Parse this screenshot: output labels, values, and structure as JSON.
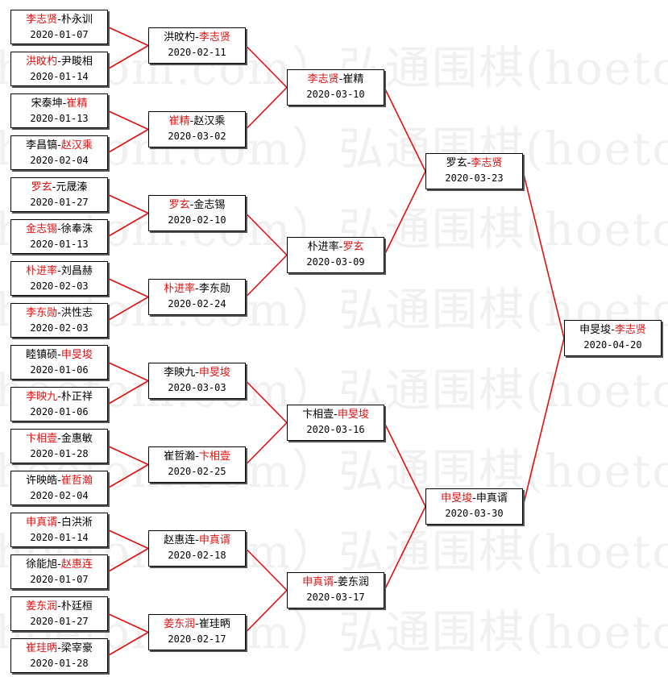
{
  "watermark": {
    "text": "(hoetom.com）弘通围棋(hoetom.com）弘通围棋"
  },
  "colors": {
    "winner": "#e01010",
    "connector": "#e01010",
    "border": "#000000"
  },
  "rounds": [
    [
      {
        "p1": "李志贤",
        "p2": "朴永训",
        "date": "2020-01-07",
        "winner": 1
      },
      {
        "p1": "洪旼杓",
        "p2": "尹畯相",
        "date": "2020-01-14",
        "winner": 1
      },
      {
        "p1": "宋泰坤",
        "p2": "崔精",
        "date": "2020-01-13",
        "winner": 2
      },
      {
        "p1": "李昌镐",
        "p2": "赵汉乘",
        "date": "2020-02-04",
        "winner": 2
      },
      {
        "p1": "罗玄",
        "p2": "元晟溱",
        "date": "2020-01-27",
        "winner": 1
      },
      {
        "p1": "金志锡",
        "p2": "徐奉洙",
        "date": "2020-01-13",
        "winner": 1
      },
      {
        "p1": "朴进率",
        "p2": "刘昌赫",
        "date": "2020-02-03",
        "winner": 1
      },
      {
        "p1": "李东勋",
        "p2": "洪性志",
        "date": "2020-02-03",
        "winner": 1
      },
      {
        "p1": "睦镇硕",
        "p2": "申旻埈",
        "date": "2020-01-06",
        "winner": 2
      },
      {
        "p1": "李映九",
        "p2": "朴正祥",
        "date": "2020-01-06",
        "winner": 1
      },
      {
        "p1": "卞相壹",
        "p2": "金惠敏",
        "date": "2020-01-28",
        "winner": 1
      },
      {
        "p1": "许映皓",
        "p2": "崔哲瀚",
        "date": "2020-02-04",
        "winner": 2
      },
      {
        "p1": "申真谞",
        "p2": "白洪淅",
        "date": "2020-01-14",
        "winner": 1
      },
      {
        "p1": "徐能旭",
        "p2": "赵惠连",
        "date": "2020-01-07",
        "winner": 2
      },
      {
        "p1": "姜东润",
        "p2": "朴廷桓",
        "date": "2020-01-27",
        "winner": 1
      },
      {
        "p1": "崔珪昞",
        "p2": "梁宰豪",
        "date": "2020-01-28",
        "winner": 1
      }
    ],
    [
      {
        "p1": "洪旼杓",
        "p2": "李志贤",
        "date": "2020-02-11",
        "winner": 2
      },
      {
        "p1": "崔精",
        "p2": "赵汉乘",
        "date": "2020-03-02",
        "winner": 1
      },
      {
        "p1": "罗玄",
        "p2": "金志锡",
        "date": "2020-02-10",
        "winner": 1
      },
      {
        "p1": "朴进率",
        "p2": "李东勋",
        "date": "2020-02-24",
        "winner": 1
      },
      {
        "p1": "李映九",
        "p2": "申旻埈",
        "date": "2020-03-03",
        "winner": 2
      },
      {
        "p1": "崔哲瀚",
        "p2": "卞相壹",
        "date": "2020-02-25",
        "winner": 2
      },
      {
        "p1": "赵惠连",
        "p2": "申真谞",
        "date": "2020-02-18",
        "winner": 2
      },
      {
        "p1": "姜东润",
        "p2": "崔珪昞",
        "date": "2020-02-17",
        "winner": 1
      }
    ],
    [
      {
        "p1": "李志贤",
        "p2": "崔精",
        "date": "2020-03-10",
        "winner": 1
      },
      {
        "p1": "朴进率",
        "p2": "罗玄",
        "date": "2020-03-09",
        "winner": 2
      },
      {
        "p1": "卞相壹",
        "p2": "申旻埈",
        "date": "2020-03-16",
        "winner": 2
      },
      {
        "p1": "申真谞",
        "p2": "姜东润",
        "date": "2020-03-17",
        "winner": 1
      }
    ],
    [
      {
        "p1": "罗玄",
        "p2": "李志贤",
        "date": "2020-03-23",
        "winner": 2
      },
      {
        "p1": "申旻埈",
        "p2": "申真谞",
        "date": "2020-03-30",
        "winner": 1
      }
    ],
    [
      {
        "p1": "申旻埈",
        "p2": "李志贤",
        "date": "2020-04-20",
        "winner": 2
      }
    ]
  ]
}
